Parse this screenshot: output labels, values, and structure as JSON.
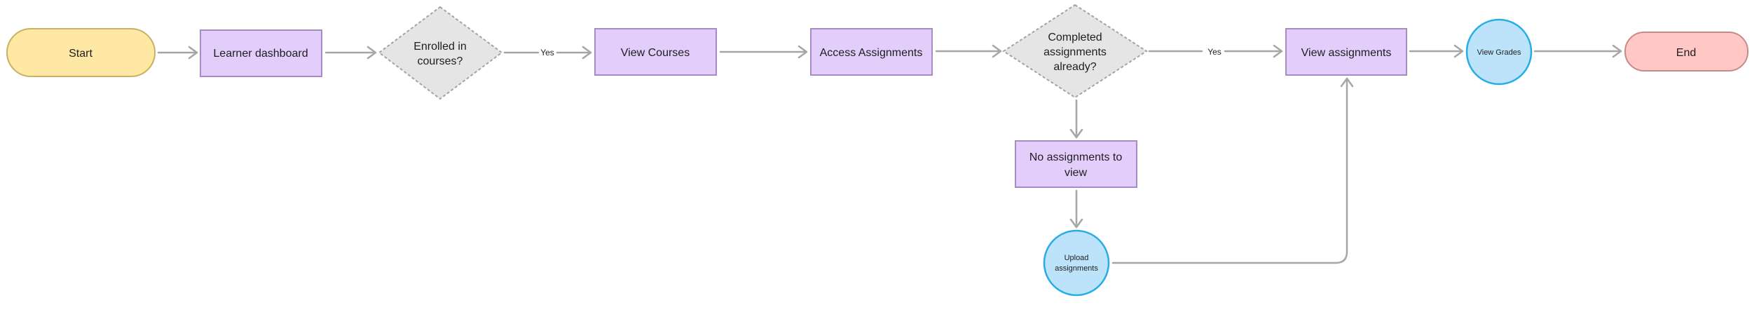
{
  "colors": {
    "terminator_start": "#fee8a3",
    "terminator_start_border": "#c9b163",
    "terminator_end": "#ffc8c4",
    "terminator_end_border": "#c78a87",
    "process": "#e3cdfb",
    "process_border": "#a78bc4",
    "decision": "#e5e5e5",
    "decision_border": "#a3a3a3",
    "circle": "#bde3fb",
    "circle_border": "#26aee4",
    "connector": "#a6a6a6",
    "text": "#1e1e1e"
  },
  "nodes": {
    "start": "Start",
    "learner_dashboard": "Learner dashboard",
    "enrolled_line1": "Enrolled in",
    "enrolled_line2": "courses?",
    "view_courses": "View Courses",
    "access_assignments": "Access Assignments",
    "completed_line1": "Completed",
    "completed_line2": "assignments",
    "completed_line3": "already?",
    "no_assignments_line1": "No assignments to",
    "no_assignments_line2": "view",
    "upload_line1": "Upload",
    "upload_line2": "assignments",
    "view_assignments": "View assignments",
    "view_grades": "View Grades",
    "end": "End"
  },
  "edge_labels": {
    "enrolled_yes": "Yes",
    "completed_yes": "Yes"
  }
}
